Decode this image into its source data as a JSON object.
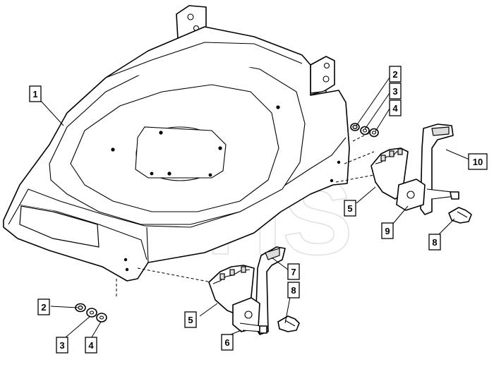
{
  "watermark": "GHS",
  "callouts": [
    {
      "id": "c1",
      "label": "1"
    },
    {
      "id": "c2a",
      "label": "2"
    },
    {
      "id": "c3a",
      "label": "3"
    },
    {
      "id": "c4a",
      "label": "4"
    },
    {
      "id": "c10",
      "label": "10"
    },
    {
      "id": "c5a",
      "label": "5"
    },
    {
      "id": "c9",
      "label": "9"
    },
    {
      "id": "c8a",
      "label": "8"
    },
    {
      "id": "c7",
      "label": "7"
    },
    {
      "id": "c8b",
      "label": "8"
    },
    {
      "id": "c2b",
      "label": "2"
    },
    {
      "id": "c5b",
      "label": "5"
    },
    {
      "id": "c3b",
      "label": "3"
    },
    {
      "id": "c4b",
      "label": "4"
    },
    {
      "id": "c6",
      "label": "6"
    }
  ]
}
